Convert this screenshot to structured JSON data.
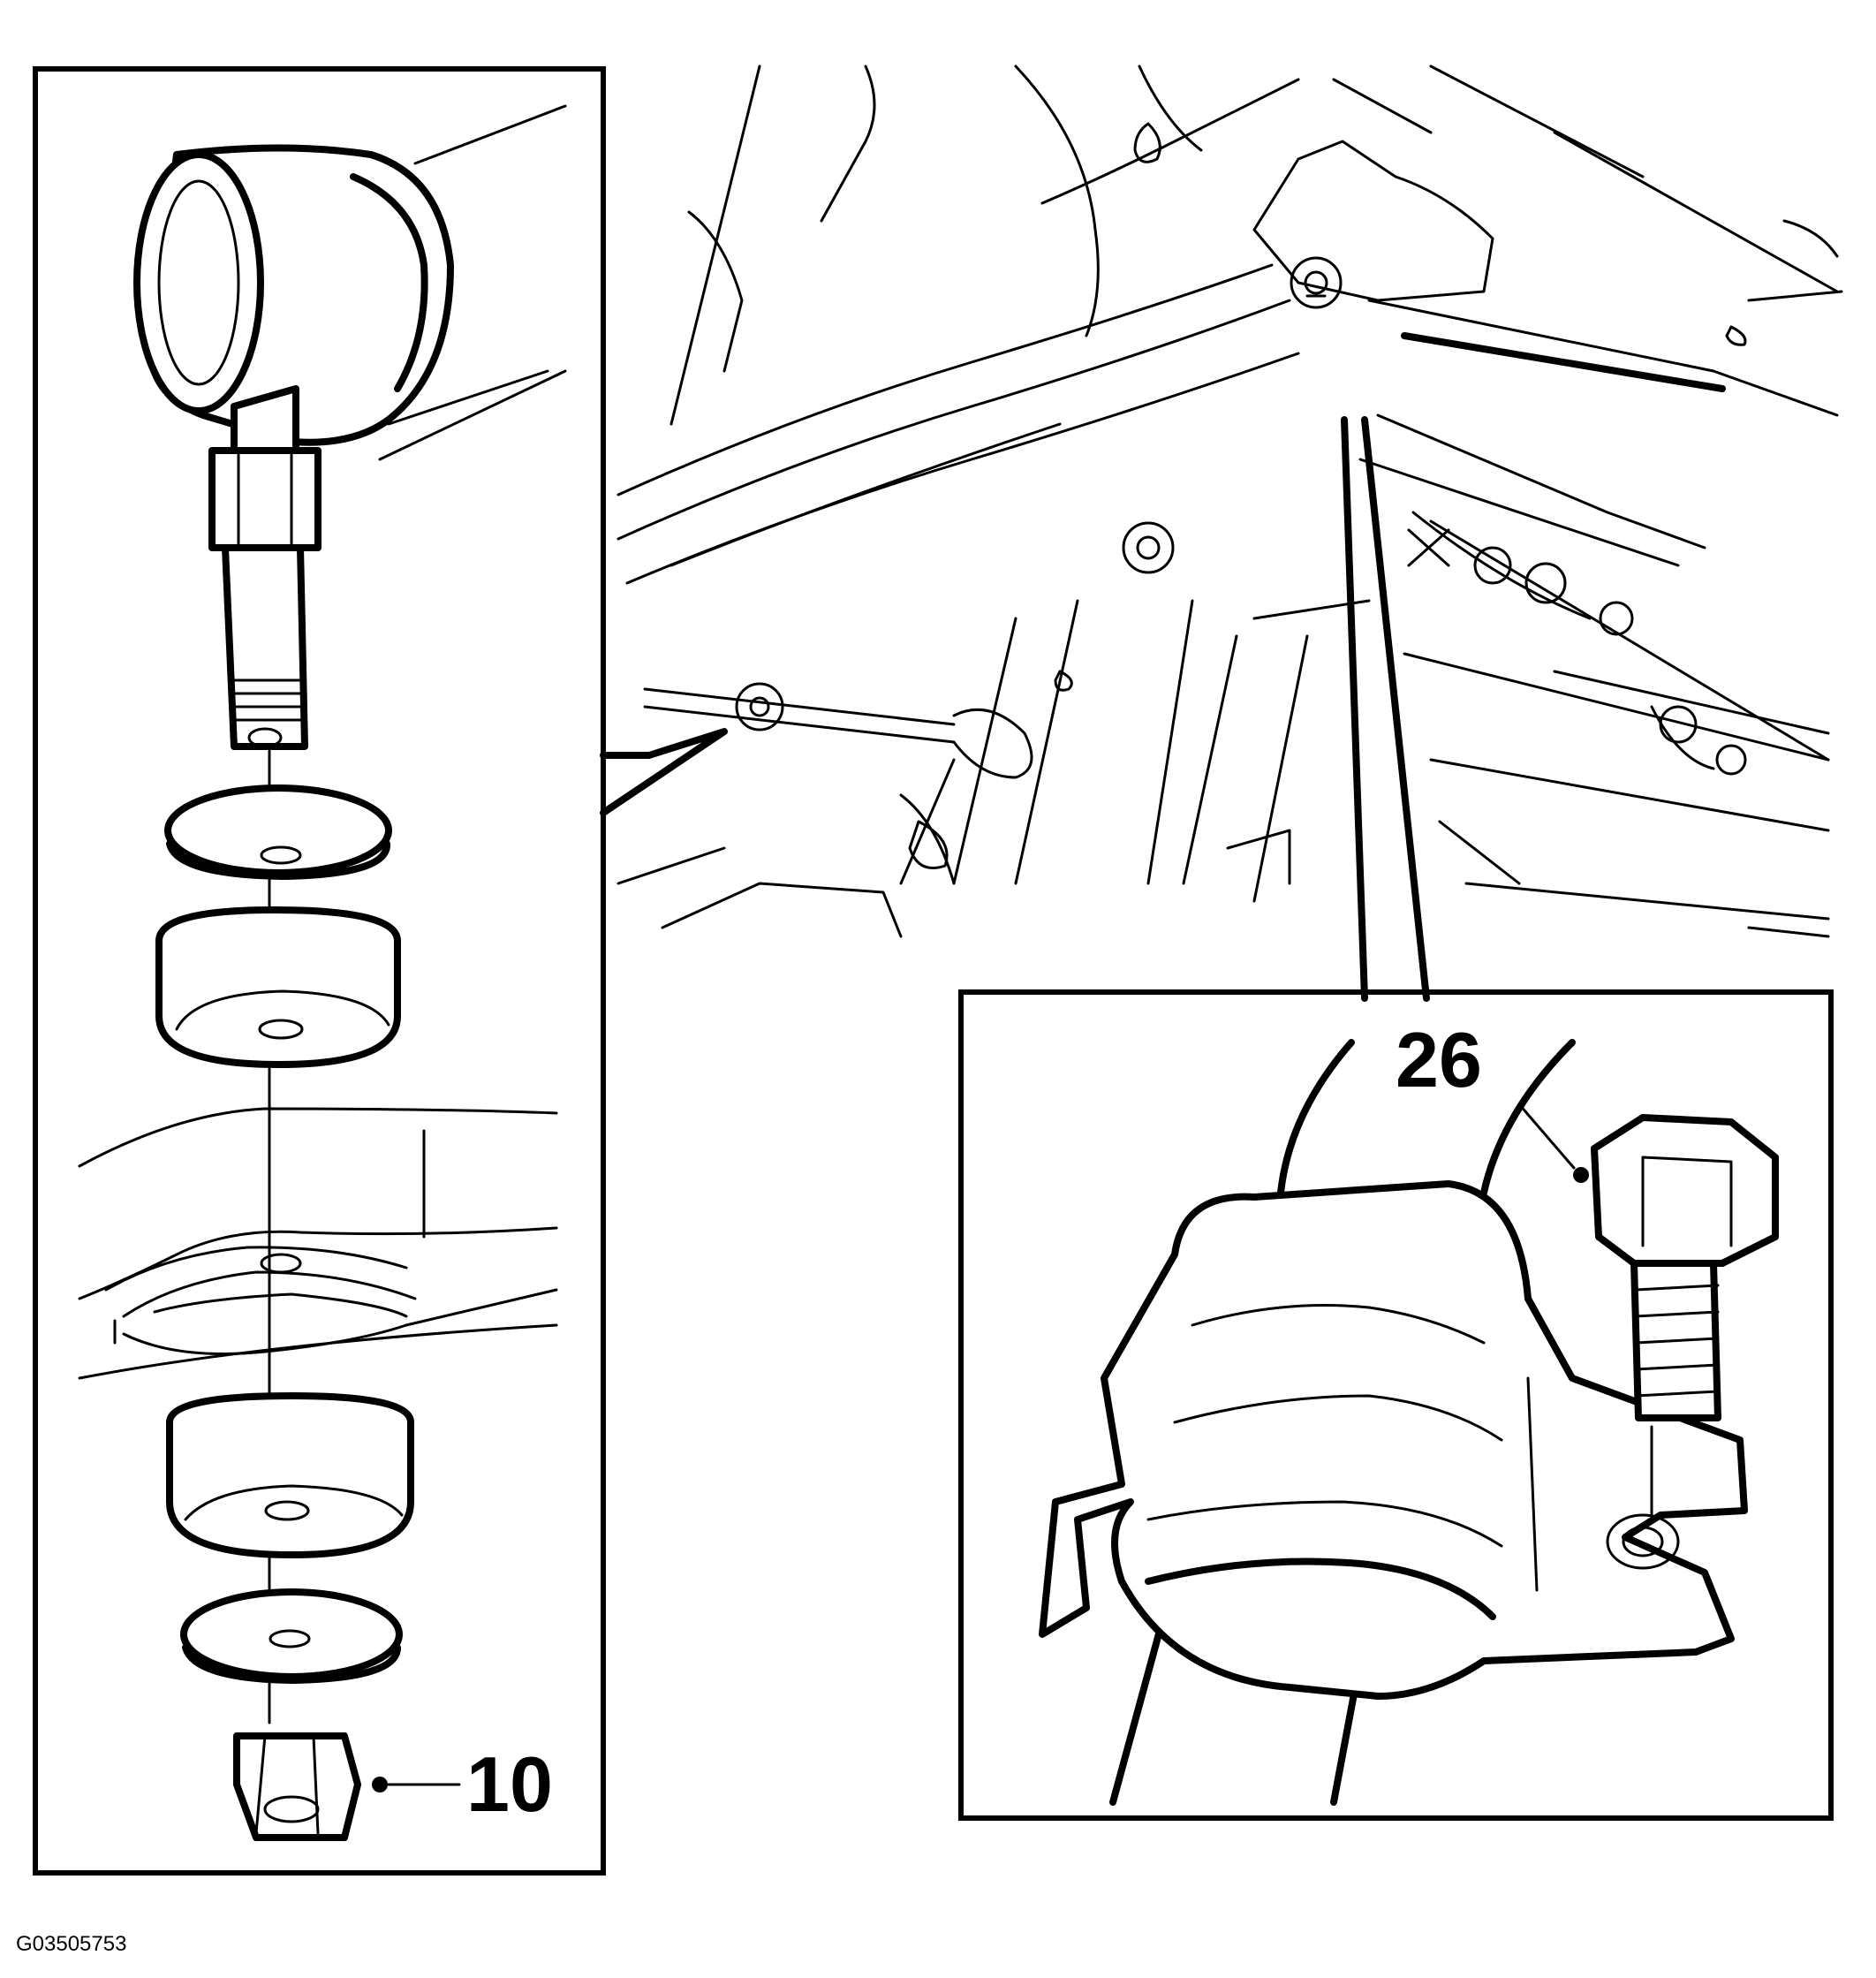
{
  "callouts": [
    {
      "id": "nut",
      "label": "10"
    },
    {
      "id": "bolt",
      "label": "26"
    }
  ],
  "figure_id": "G03505753"
}
